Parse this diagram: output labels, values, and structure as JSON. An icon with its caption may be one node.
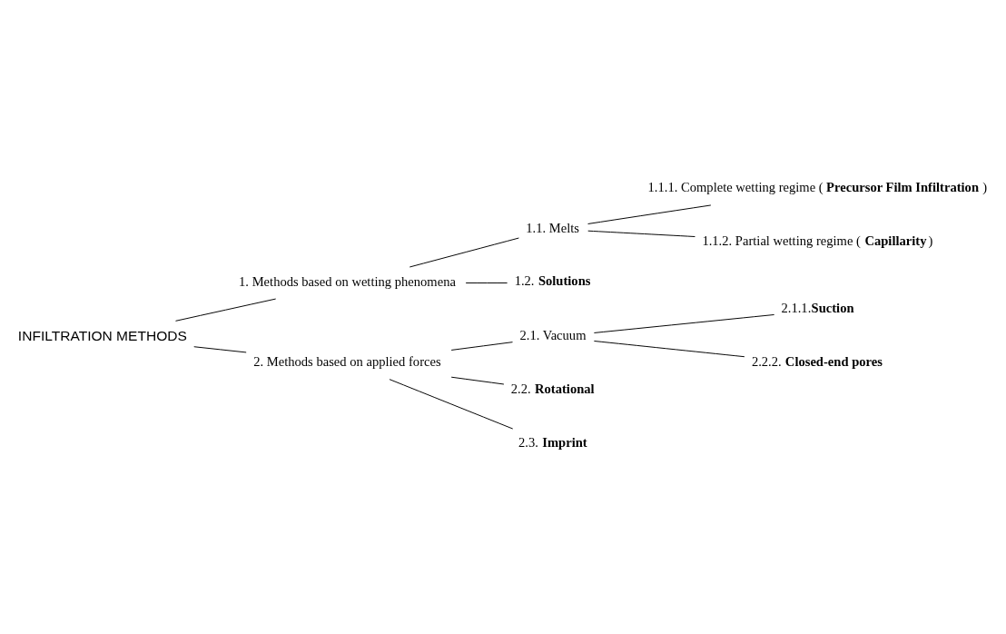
{
  "diagram": {
    "nodes": [
      {
        "text": [
          "INFILTRATION METHODS"
        ]
      },
      {
        "text": [
          "1. Methods based on wetting phenomena"
        ]
      },
      {
        "text": [
          "1.1. Melts"
        ]
      },
      {
        "text": [
          "1.1.1. Complete wetting regime (**Precursor Film Infiltration**)"
        ]
      },
      {
        "text": [
          "1.1.2. Partial wetting regime (**Capillarity**)"
        ]
      },
      {
        "text": [
          "1.2. **Solutions**"
        ]
      },
      {
        "text": [
          "2. Methods based on applied forces"
        ]
      },
      {
        "text": [
          "2.1. Vacuum"
        ]
      },
      {
        "text": [
          "2.1.1.**Suction**"
        ]
      },
      {
        "text": [
          "2.2.2. **Closed-end pores**"
        ]
      },
      {
        "text": [
          "2.2. **Rotational**"
        ]
      },
      {
        "text": [
          "2.3. **Imprint**"
        ]
      }
    ],
    "edges": [
      {
        "from": 0,
        "to": 1,
        "arrow": "none"
      },
      {
        "from": 0,
        "to": 6,
        "arrow": "none"
      },
      {
        "from": 1,
        "to": 2,
        "arrow": "none"
      },
      {
        "from": 1,
        "to": 5,
        "arrow": "none"
      },
      {
        "from": 2,
        "to": 3,
        "arrow": "none"
      },
      {
        "from": 2,
        "to": 4,
        "arrow": "none"
      },
      {
        "from": 6,
        "to": 7,
        "arrow": "none"
      },
      {
        "from": 6,
        "to": 10,
        "arrow": "none"
      },
      {
        "from": 6,
        "to": 11,
        "arrow": "none"
      },
      {
        "from": 7,
        "to": 8,
        "arrow": "none"
      },
      {
        "from": 7,
        "to": 9,
        "arrow": "none"
      }
    ]
  }
}
